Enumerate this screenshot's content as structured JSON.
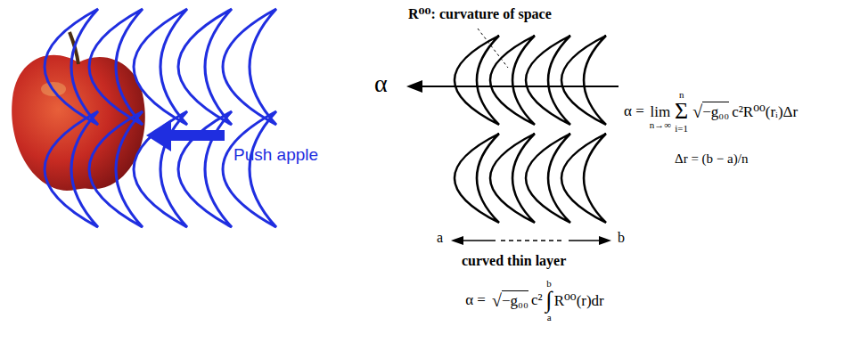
{
  "diagram": {
    "labels": [
      "R⁰⁰: curvature of space",
      "Push apple",
      "α",
      "α =",
      "lim",
      "n→∞",
      "n",
      "Σ",
      "i=1",
      "√",
      "−g₀₀",
      "c²R⁰⁰(rᵢ)Δr",
      "Δr = (b − a)/n",
      "a",
      "b",
      "curved thin layer",
      "α =",
      "√",
      "−g₀₀",
      "c²",
      "∫",
      "b",
      "a",
      "R⁰⁰(r)dr"
    ]
  }
}
